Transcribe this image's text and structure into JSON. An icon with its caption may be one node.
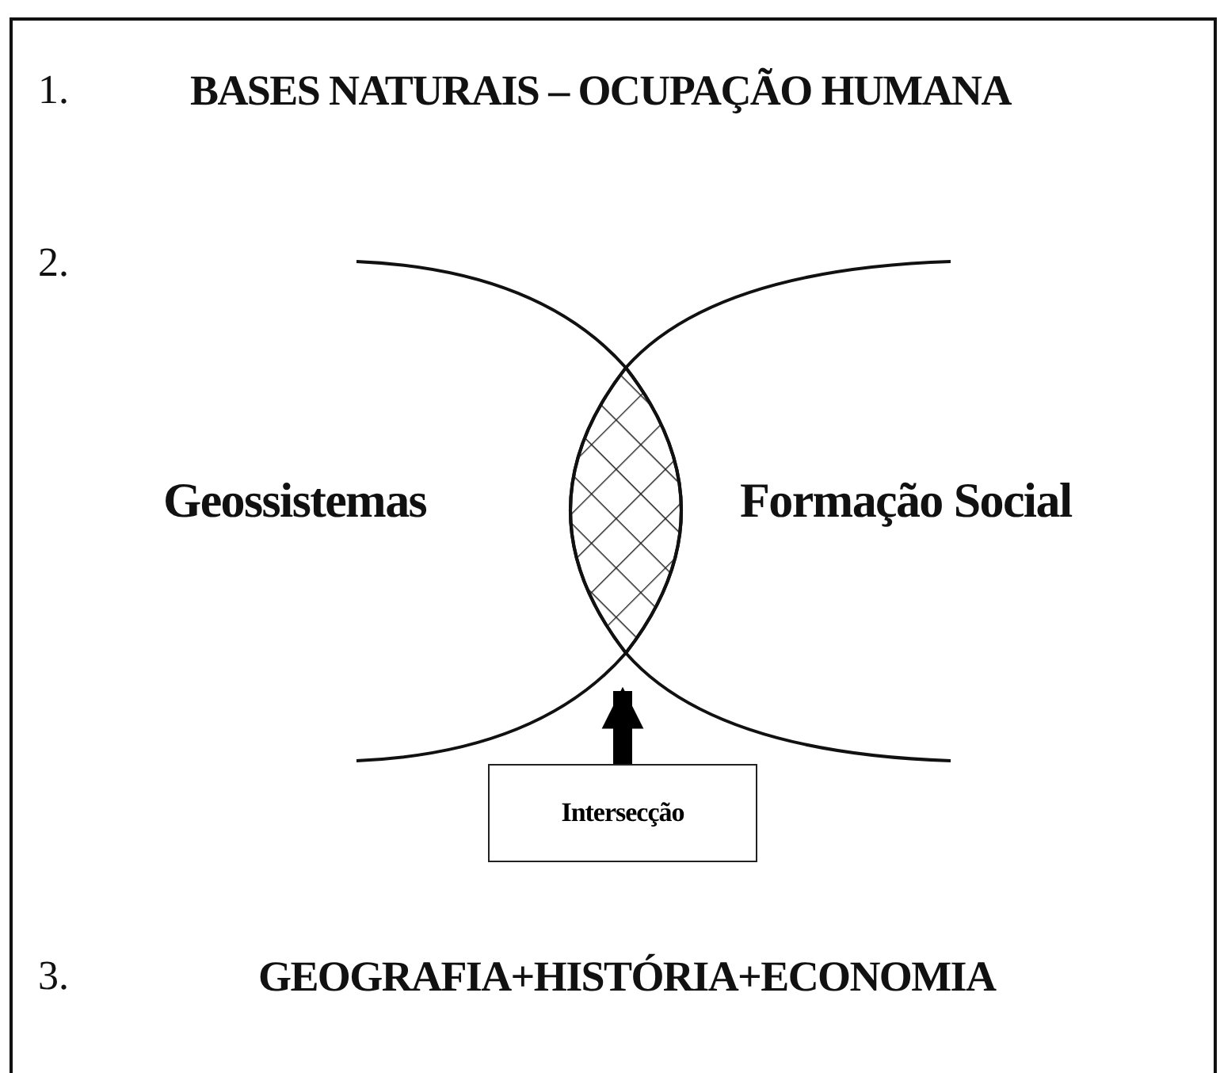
{
  "diagram": {
    "nodes": [
      {
        "text": [
          "Intersecção"
        ]
      },
      {
        "text": [],
        "shape": "lens"
      }
    ],
    "edges": [
      {
        "from": 0,
        "to": 1,
        "arrow": "to"
      }
    ],
    "labels": [
      "1.",
      "BASES NATURAIS – OCUPAÇÃO HUMANA",
      "2.",
      "Geossistemas",
      "Formação Social",
      "3.",
      "GEOGRAFIA+HISTÓRIA+ECONOMIA"
    ]
  }
}
